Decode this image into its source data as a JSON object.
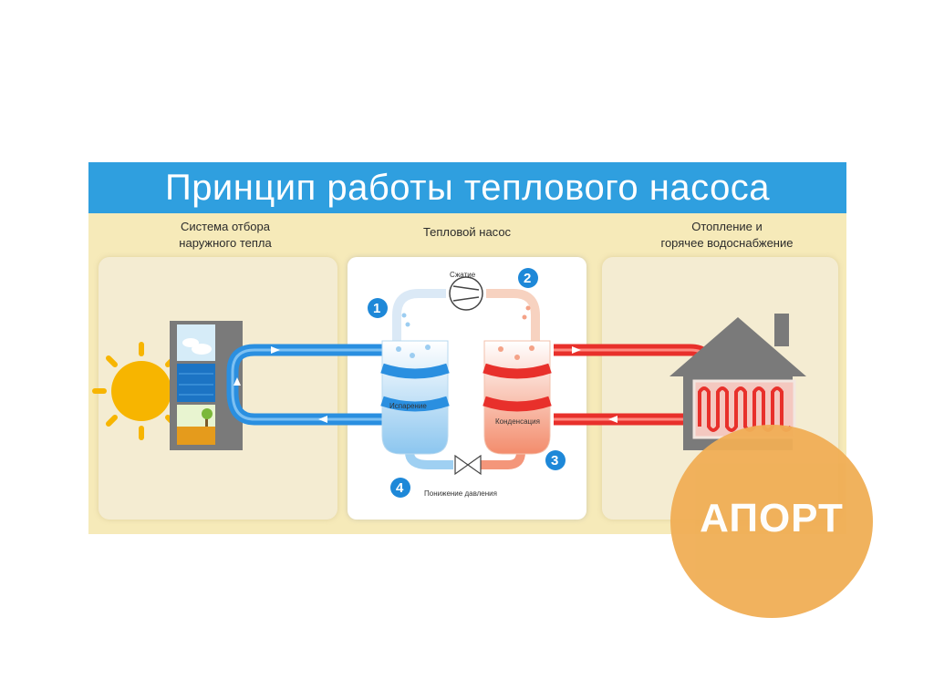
{
  "title": "Принцип работы теплового насоса",
  "columns": {
    "left": [
      "Система отбора",
      "наружного тепла"
    ],
    "center": [
      "Тепловой насос"
    ],
    "right": [
      "Отопление и",
      "горячее водоснабжение"
    ]
  },
  "stages": [
    {
      "number": "1",
      "label": "Испарение"
    },
    {
      "number": "2",
      "label": "Сжатие"
    },
    {
      "number": "3",
      "label": "Конденсация"
    },
    {
      "number": "4",
      "label": "Понижение давления"
    }
  ],
  "watermark": "АПОРТ",
  "colors": {
    "title_bar": "#2f9fdf",
    "background": "#f6eab9",
    "cold_loop": "#2a8fe0",
    "hot_loop": "#e8302b",
    "badge": "#1e88d8",
    "watermark": "#f0ae55"
  },
  "icons": [
    "sun-icon",
    "ground-source-icon",
    "compressor-icon",
    "expansion-valve-icon",
    "house-icon",
    "radiator-icon"
  ]
}
